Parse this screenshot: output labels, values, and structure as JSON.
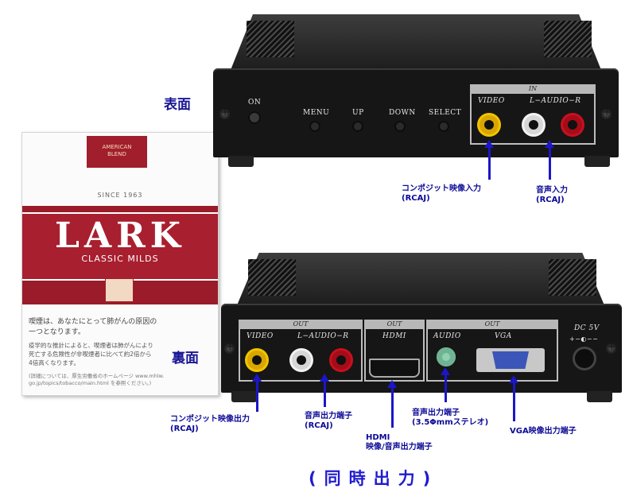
{
  "pack": {
    "crest_line1": "AMERICAN",
    "crest_line2": "BLEND",
    "since": "SINCE 1963",
    "brand": "LARK",
    "subtitle": "CLASSIC MILDS",
    "warning_line1": "喫煙は、あなたにとって肺がんの原因の",
    "warning_line2": "一つとなります。",
    "warning_small_1": "疫学的な推計によると、喫煙者は肺がんにより",
    "warning_small_2": "死亡する危険性が非喫煙者に比べて約2倍から",
    "warning_small_3": "4倍高くなります。",
    "warning_tiny_1": "(詳細については、厚生労働省のホームページ www.mhlw.",
    "warning_tiny_2": "go.jp/topics/tobacco/main.html を参照ください。)"
  },
  "front": {
    "side_label": "表面",
    "on": "ON",
    "menu": "MENU",
    "up": "UP",
    "down": "DOWN",
    "select": "SELECT",
    "in_header": "IN",
    "video": "VIDEO",
    "audio_lr": "L−AUDIO−R"
  },
  "back": {
    "side_label": "裏面",
    "out1": "OUT",
    "video": "VIDEO",
    "audio_lr": "L−AUDIO−R",
    "out2": "OUT",
    "hdmi": "HDMI",
    "out3": "OUT",
    "audio": "AUDIO",
    "vga": "VGA",
    "dc": "DC 5V",
    "dc_symbol": "+−◐−−"
  },
  "callouts": {
    "composite_in": "コンポジット映像入力",
    "composite_in_sub": "(RCAJ)",
    "audio_in": "音声入力",
    "audio_in_sub": "(RCAJ)",
    "composite_out": "コンポジット映像出力",
    "composite_out_sub": "(RCAJ)",
    "audio_out": "音声出力端子",
    "audio_out_sub": "(RCAJ)",
    "hdmi_out_1": "HDMI",
    "hdmi_out_2": "映像/音声出力端子",
    "audio_out_35": "音声出力端子",
    "audio_out_35_sub": "(3.5Φmmステレオ)",
    "vga_out": "VGA映像出力端子"
  },
  "footer": "(同時出力)",
  "colors": {
    "callout_blue": "#0c0a96",
    "arrow_blue": "#1b16c8",
    "lark_red": "#a81f2f",
    "rca_yellow": "#f1c400",
    "rca_white": "#f2f2f2",
    "rca_red": "#c8101e",
    "audio_green": "#8fd1b0",
    "vga_blue": "#3b56b8"
  }
}
